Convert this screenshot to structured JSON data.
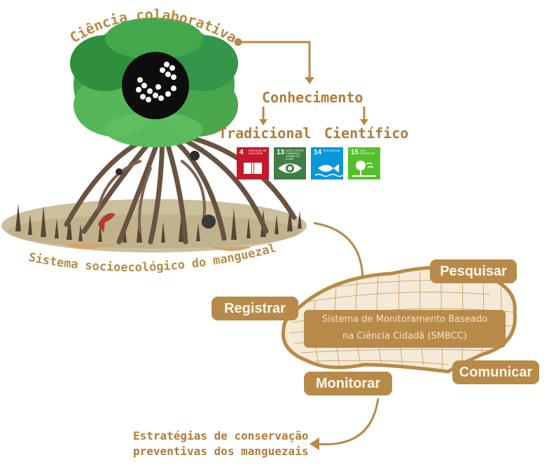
{
  "top": {
    "ciencia": "Ciência colaborativa",
    "conhecimento": "Conhecimento",
    "tradicional": "Tradicional",
    "cientifico": "Científico",
    "sistema": "Sistema socioecológico do manguezal"
  },
  "sdgs": [
    {
      "number": "4",
      "text": "Educação de qualidade",
      "color": "#c5192d",
      "icon": "book-icon"
    },
    {
      "number": "13",
      "text": "Ação contra a mudança global do clima",
      "color": "#3f7e44",
      "icon": "eye-icon"
    },
    {
      "number": "14",
      "text": "Vida na água",
      "color": "#0a97d9",
      "icon": "fish-icon"
    },
    {
      "number": "15",
      "text": "Vida terrestre",
      "color": "#56c02b",
      "icon": "tree-icon"
    }
  ],
  "net": {
    "center_line1": "Sistema de Monitoramento Baseado",
    "center_line2": "na Ciência Cidadã (SMBCC)",
    "pesquisar": "Pesquisar",
    "registrar": "Registrar",
    "comunicar": "Comunicar",
    "monitorar": "Monitorar"
  },
  "bottom": {
    "line1": "Estratégias de conservação",
    "line2": "preventivas dos manguezais"
  },
  "colors": {
    "accent": "#b88a4a",
    "foliage": "#3fa44a",
    "roots": "#6a5240",
    "mud": "#cbbf9c"
  }
}
